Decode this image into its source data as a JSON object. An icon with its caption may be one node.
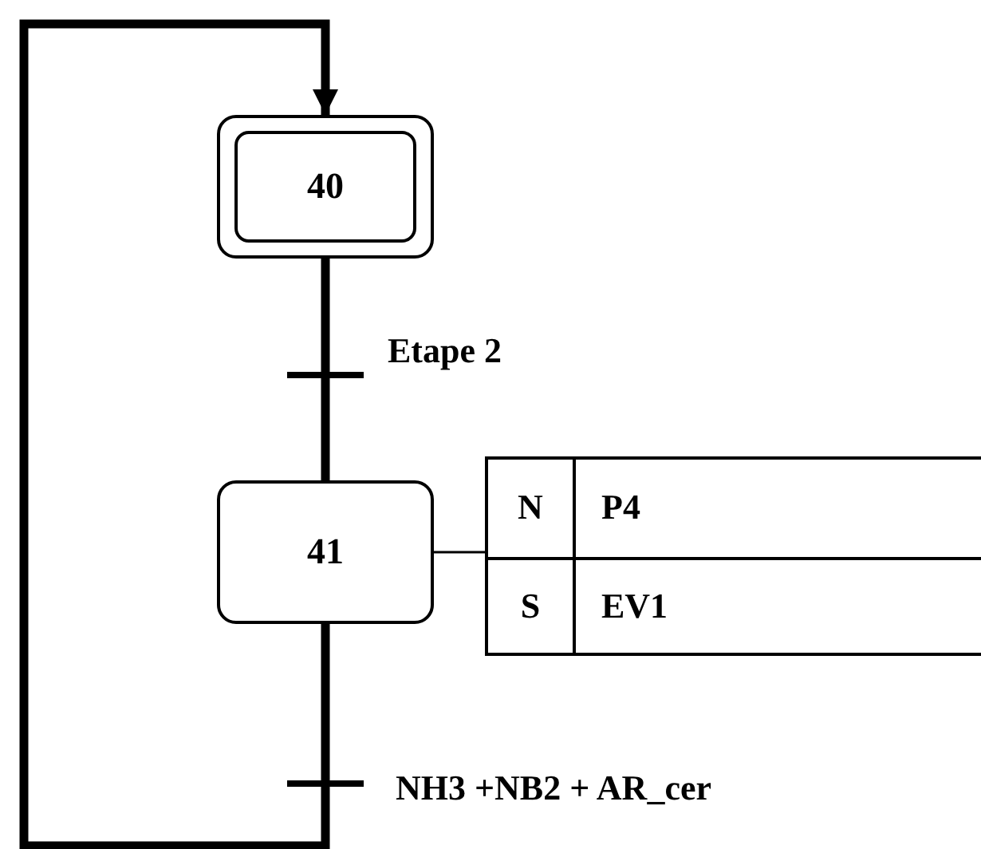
{
  "diagram": {
    "nodes": [
      {
        "text": [
          "40"
        ]
      },
      {
        "text": [],
        "shape": "bar",
        "beside": [
          "Etape 2"
        ]
      },
      {
        "text": [
          "41"
        ]
      },
      {
        "text": [
          "N",
          "P4",
          "S",
          "EV1"
        ]
      },
      {
        "text": [],
        "shape": "bar",
        "beside": [
          "NH3 +NB2 + AR_cer"
        ]
      }
    ],
    "edges": [
      {
        "from": 0,
        "to": 1,
        "arrow": "none"
      },
      {
        "from": 1,
        "to": 2,
        "arrow": "none"
      },
      {
        "from": 2,
        "to": 3,
        "arrow": "none"
      },
      {
        "from": 2,
        "to": 4,
        "arrow": "none"
      },
      {
        "from": 4,
        "to": 0,
        "arrow": "to"
      }
    ]
  }
}
